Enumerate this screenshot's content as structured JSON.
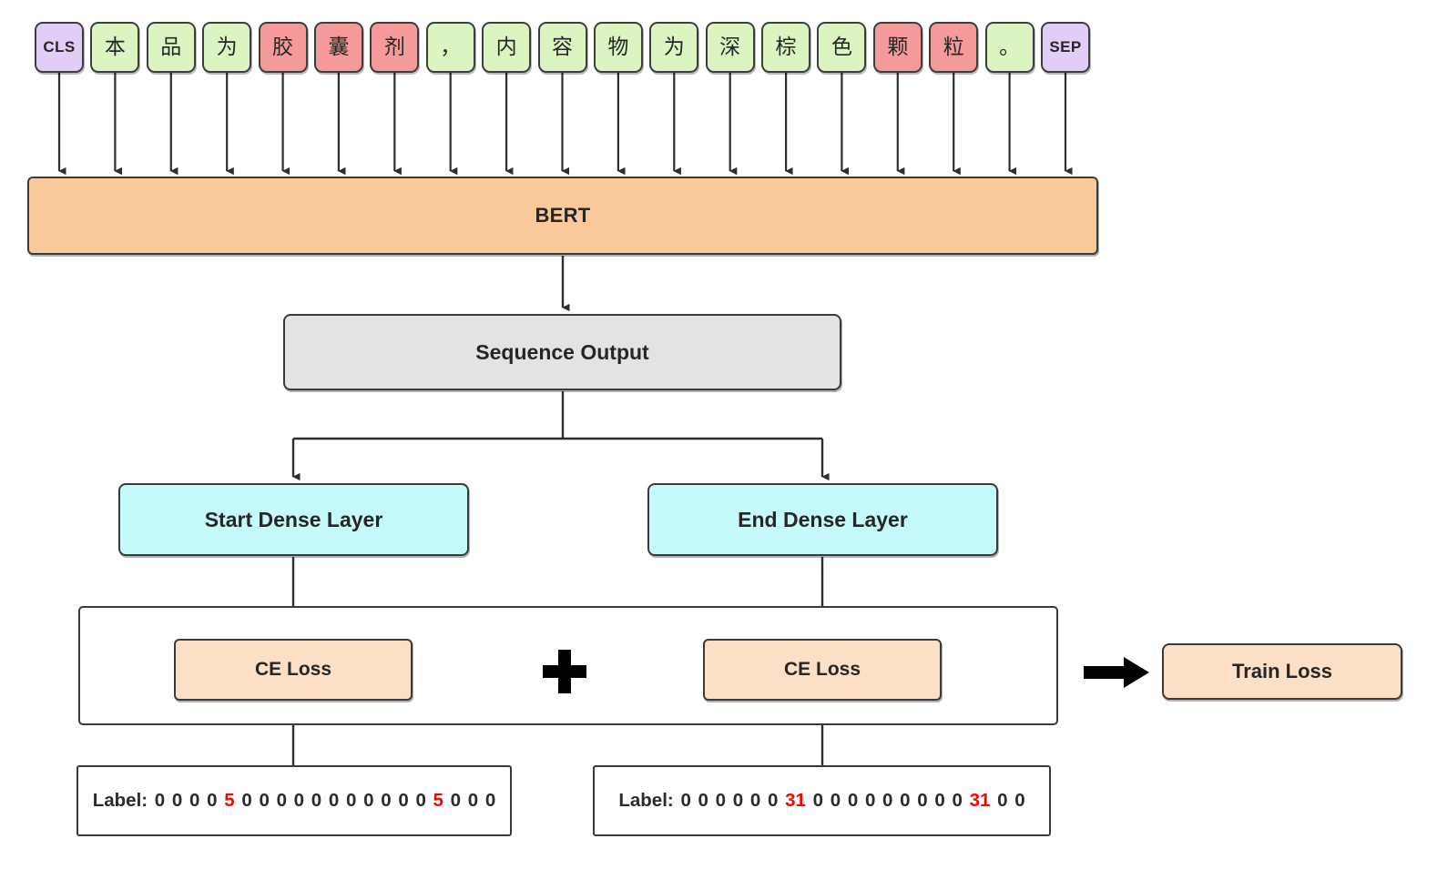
{
  "diagram": {
    "title": "BERT span extraction training architecture",
    "colors": {
      "special_token": "#e2cdf6",
      "plain_token": "#dbf4c2",
      "marked_token": "#f59a9a",
      "bert": "#fac99a",
      "sequence_output": "#e3e3e3",
      "dense_layer": "#c6fafa",
      "loss_box": "#fbe0c7",
      "highlight_text": "#ff0000",
      "stroke": "#3a3a3a"
    },
    "tokens": [
      {
        "text": "CLS",
        "type": "special"
      },
      {
        "text": "本",
        "type": "plain"
      },
      {
        "text": "品",
        "type": "plain"
      },
      {
        "text": "为",
        "type": "plain"
      },
      {
        "text": "胶",
        "type": "marked"
      },
      {
        "text": "囊",
        "type": "marked"
      },
      {
        "text": "剂",
        "type": "marked"
      },
      {
        "text": "，",
        "type": "plain"
      },
      {
        "text": "内",
        "type": "plain"
      },
      {
        "text": "容",
        "type": "plain"
      },
      {
        "text": "物",
        "type": "plain"
      },
      {
        "text": "为",
        "type": "plain"
      },
      {
        "text": "深",
        "type": "plain"
      },
      {
        "text": "棕",
        "type": "plain"
      },
      {
        "text": "色",
        "type": "plain"
      },
      {
        "text": "颗",
        "type": "marked"
      },
      {
        "text": "粒",
        "type": "marked"
      },
      {
        "text": "。",
        "type": "plain"
      },
      {
        "text": "SEP",
        "type": "special"
      }
    ],
    "encoder": {
      "label": "BERT"
    },
    "sequence_output": {
      "label": "Sequence Output"
    },
    "dense_layers": {
      "start": "Start Dense Layer",
      "end": "End Dense Layer"
    },
    "losses": {
      "start_loss": "CE Loss",
      "end_loss": "CE Loss",
      "combine_operator": "+",
      "arrow": "right-arrow",
      "total": "Train Loss"
    },
    "labels": {
      "start": {
        "prefix": "Label:",
        "values": [
          "0",
          "0",
          "0",
          "0",
          "5",
          "0",
          "0",
          "0",
          "0",
          "0",
          "0",
          "0",
          "0",
          "0",
          "0",
          "0",
          "5",
          "0",
          "0",
          "0"
        ],
        "highlight_value": "5"
      },
      "end": {
        "prefix": "Label:",
        "values": [
          "0",
          "0",
          "0",
          "0",
          "0",
          "0",
          "31",
          "0",
          "0",
          "0",
          "0",
          "0",
          "0",
          "0",
          "0",
          "0",
          "31",
          "0",
          "0"
        ],
        "highlight_value": "31"
      }
    }
  }
}
